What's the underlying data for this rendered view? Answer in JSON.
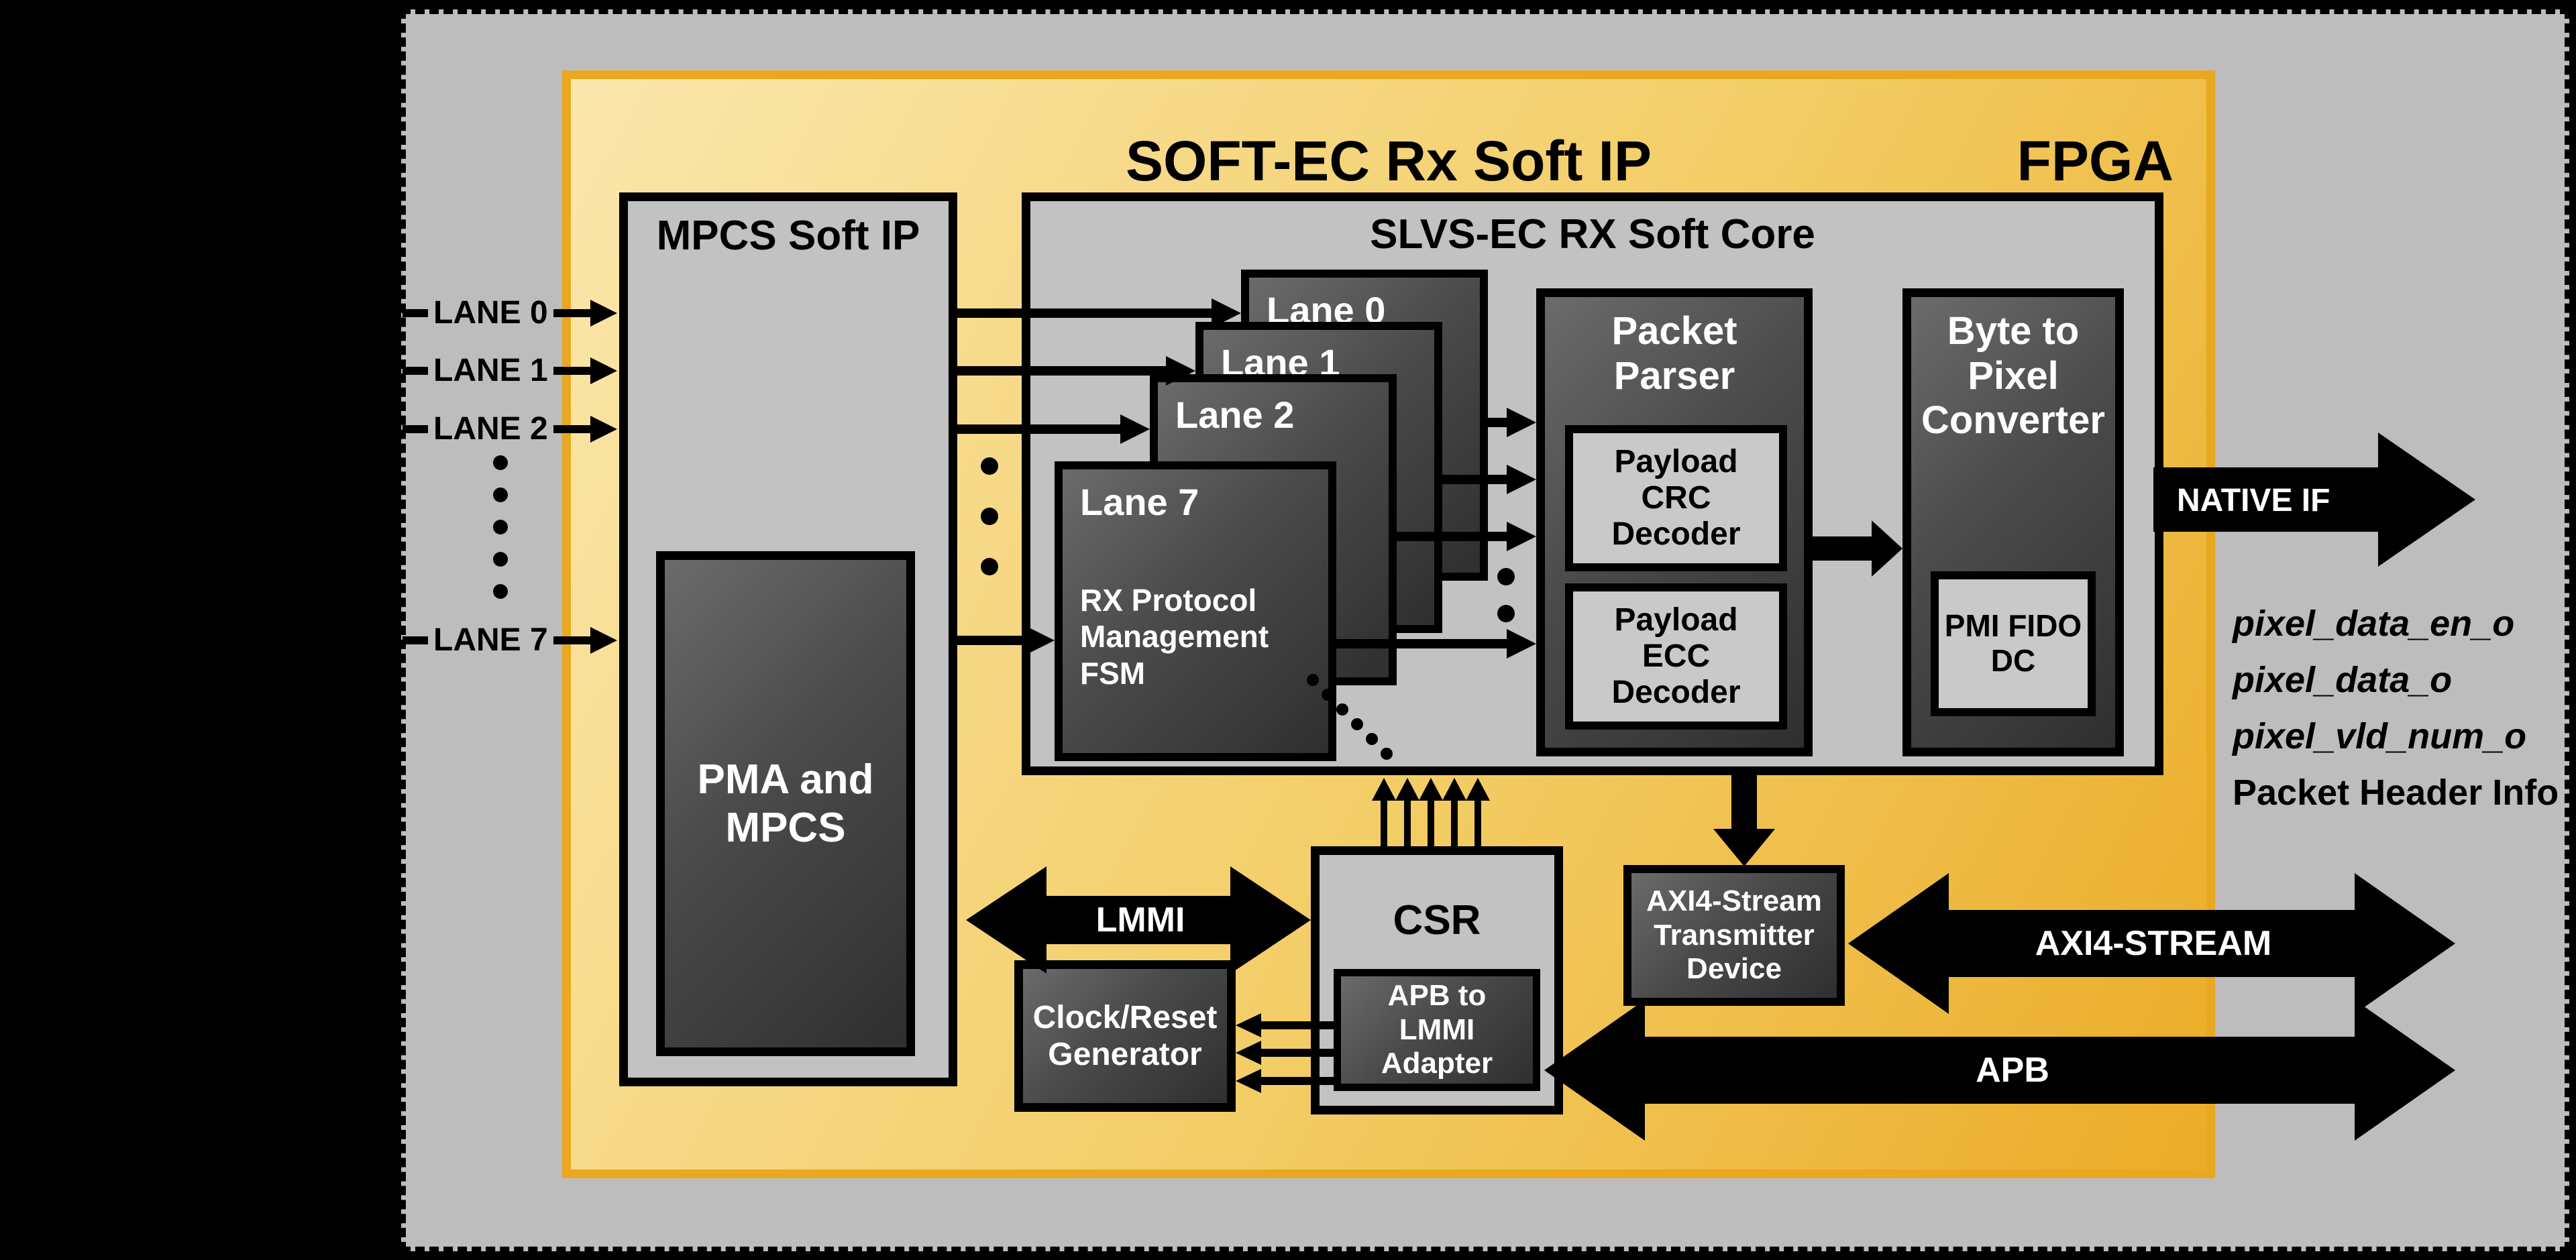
{
  "soft_ip": {
    "title": "SOFT-EC Rx Soft IP"
  },
  "fpga": {
    "label": "FPGA"
  },
  "mpcs": {
    "title": "MPCS Soft IP",
    "pma_label": "PMA and MPCS"
  },
  "slvs": {
    "title": "SLVS-EC RX Soft Core",
    "lanes": [
      {
        "label": "Lane 0"
      },
      {
        "label": "Lane 1"
      },
      {
        "label": "Lane 2"
      },
      {
        "label": "Lane 7"
      }
    ],
    "fsm_label": "RX Protocol Management FSM",
    "packet_parser": {
      "title": "Packet Parser",
      "crc_label": "Payload CRC Decoder",
      "ecc_label": "Payload ECC Decoder"
    },
    "byte_to_pixel": {
      "title": "Byte to Pixel Converter",
      "pmi_label": "PMI FIDO DC"
    }
  },
  "inputs": {
    "lanes": [
      "LANE 0",
      "LANE 1",
      "LANE 2",
      "LANE 7"
    ]
  },
  "control": {
    "csr_label": "CSR",
    "adapter_label": "APB to LMMI Adapter",
    "clock_reset_label": "Clock/Reset Generator",
    "axi_tx_label": "AXI4-Stream Transmitter Device"
  },
  "buses": {
    "lmmi": "LMMI",
    "axi4_stream": "AXI4-STREAM",
    "apb": "APB",
    "native_if": "NATIVE IF"
  },
  "native_signals": [
    "pixel_data_en_o",
    "pixel_data_o",
    "pixel_vld_num_o",
    "Packet Header Info"
  ],
  "colors": {
    "background": "#000000",
    "fpga_fill": "#BDBDBD",
    "ip_border": "#E9A81F",
    "ip_fill_light": "#FAE7AC",
    "ip_fill_dark": "#EBAC28",
    "box_fill": "#C2C2C2",
    "block_dark": "#3A3A3A",
    "inner_fill": "#C9C9C9",
    "text_light": "#FFFFFF",
    "text_dark": "#000000"
  }
}
